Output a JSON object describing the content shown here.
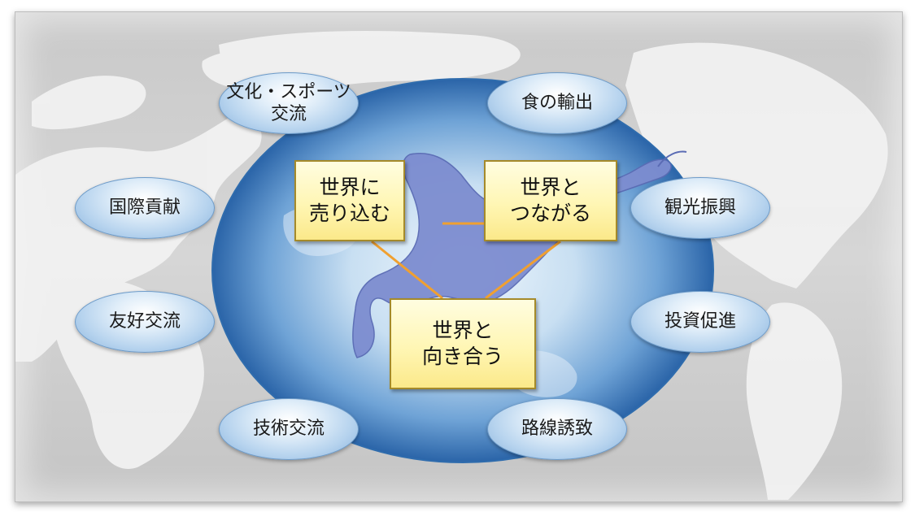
{
  "hub_boxes": [
    {
      "id": "sell",
      "label": "世界に\n売り込む"
    },
    {
      "id": "connect",
      "label": "世界と\nつながる"
    },
    {
      "id": "face",
      "label": "世界と\n向き合う"
    }
  ],
  "topics": [
    {
      "id": "culture",
      "label": "文化・スポーツ\n交流"
    },
    {
      "id": "food",
      "label": "食の輸出"
    },
    {
      "id": "contribution",
      "label": "国際貢献"
    },
    {
      "id": "tourism",
      "label": "観光振興"
    },
    {
      "id": "friendship",
      "label": "友好交流"
    },
    {
      "id": "investment",
      "label": "投資促進"
    },
    {
      "id": "technology",
      "label": "技術交流"
    },
    {
      "id": "routes",
      "label": "路線誘致"
    }
  ],
  "colors": {
    "connector": "#f0a030",
    "globe_edge": "#2a64a8",
    "globe_center": "#e9f3fb",
    "land": "#7d8dd0",
    "map_land": "#f2f2f2"
  }
}
